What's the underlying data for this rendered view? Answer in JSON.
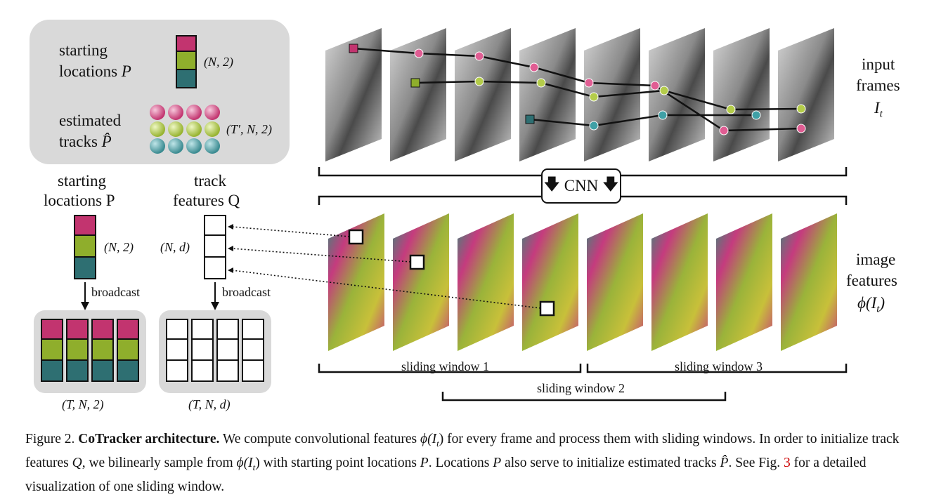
{
  "legend": {
    "starting_label_1": "starting",
    "starting_label_2": "locations",
    "starting_symbol": "P",
    "starting_shape": "(N, 2)",
    "estimated_label_1": "estimated",
    "estimated_label_2": "tracks",
    "estimated_symbol": "P̂",
    "estimated_shape": "(T′, N, 2)"
  },
  "left_panel": {
    "starting_title_1": "starting",
    "starting_title_2": "locations P",
    "starting_shape": "(N, 2)",
    "track_title_1": "track",
    "track_title_2": "features Q",
    "track_shape": "(N, d)",
    "broadcast_1": "broadcast",
    "broadcast_2": "broadcast",
    "out_shape_1": "(T, N, 2)",
    "out_shape_2": "(T, N, d)"
  },
  "right_labels": {
    "input_1": "input",
    "input_2": "frames",
    "input_3": "I",
    "input_sub": "t",
    "image_1": "image",
    "image_2": "features",
    "image_3": "ϕ(I",
    "image_sub": "t",
    "image_close": ")"
  },
  "cnn_label": "CNN",
  "windows": {
    "w1": "sliding window 1",
    "w2": "sliding window 2",
    "w3": "sliding window 3"
  },
  "caption": {
    "figure_label": "Figure 2.",
    "bold_title": "CoTracker architecture.",
    "text_1": " We compute convolutional features ",
    "sym_1": "ϕ(I",
    "text_2": ") for every frame and process them with sliding windows. In order to initialize track features ",
    "sym_q": "Q",
    "text_3": ", we bilinearly sample from ",
    "text_4": " with starting point locations ",
    "sym_p": "P",
    "text_5": ". Locations ",
    "text_6": " also serve to initialize estimated tracks ",
    "sym_phat": "P̂",
    "text_7": ". See Fig. ",
    "fig_ref": "3",
    "text_8": " for a detailed visualization of one sliding window."
  },
  "colors": {
    "magenta": "#c2346f",
    "green": "#8fae2c",
    "teal": "#2e6f72",
    "gray_panel": "#d9d9d9"
  }
}
